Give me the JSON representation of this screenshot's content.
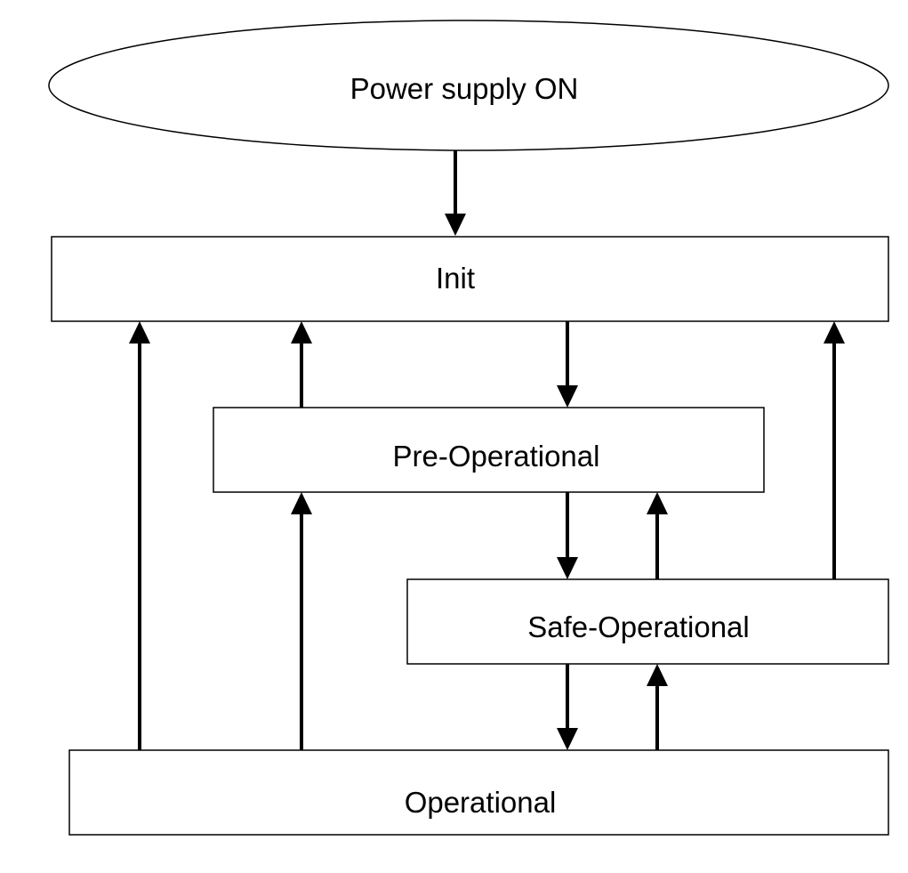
{
  "diagram": {
    "colors": {
      "line": "#000000",
      "fill": "#ffffff",
      "text": "#000000"
    },
    "nodes": {
      "power_on": {
        "label": "Power supply ON",
        "shape": "ellipse"
      },
      "init": {
        "label": "Init",
        "shape": "rectangle"
      },
      "pre_op": {
        "label": "Pre-Operational",
        "shape": "rectangle"
      },
      "safe_op": {
        "label": "Safe-Operational",
        "shape": "rectangle"
      },
      "op": {
        "label": "Operational",
        "shape": "rectangle"
      }
    },
    "transitions": [
      {
        "from": "power_on",
        "to": "init"
      },
      {
        "from": "init",
        "to": "pre_op"
      },
      {
        "from": "pre_op",
        "to": "init"
      },
      {
        "from": "pre_op",
        "to": "safe_op"
      },
      {
        "from": "safe_op",
        "to": "pre_op"
      },
      {
        "from": "safe_op",
        "to": "init"
      },
      {
        "from": "safe_op",
        "to": "op"
      },
      {
        "from": "op",
        "to": "safe_op"
      },
      {
        "from": "op",
        "to": "pre_op"
      },
      {
        "from": "op",
        "to": "init"
      }
    ]
  }
}
